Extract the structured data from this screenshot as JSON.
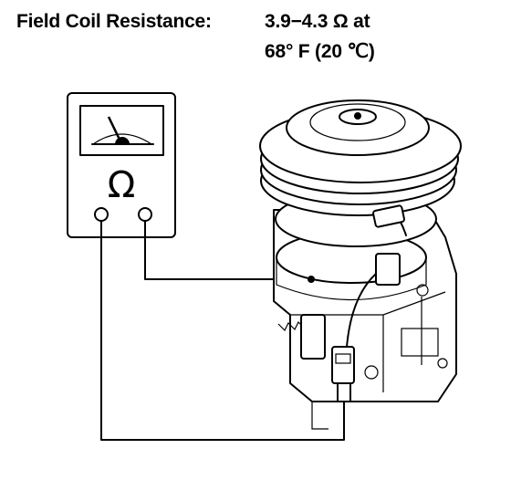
{
  "spec": {
    "label": "Field Coil Resistance:",
    "value_line1": "3.9−4.3 Ω at",
    "value_line2": "68° F (20 ℃)"
  },
  "meter": {
    "symbol": "Ω",
    "icon": "ohmmeter-icon"
  },
  "components": {
    "compressor_icon": "ac-compressor-icon",
    "connector_icon": "field-coil-connector-icon"
  }
}
